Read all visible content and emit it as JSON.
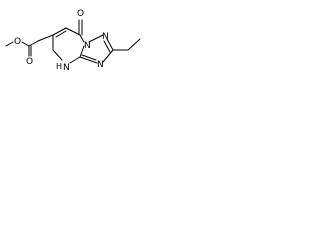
{
  "diagram": {
    "type": "chemical-structure",
    "labels": {
      "carbonyl_oxygen": "O",
      "ester_oxygen_top": "O",
      "ester_oxygen_bottom": "O",
      "ring_n_top": "N",
      "ring_n_right": "N",
      "ring_n_left": "N",
      "nh": "N",
      "nh_h": "H"
    },
    "colors": {
      "bond": "#000000",
      "label": "#000000",
      "background": "#ffffff"
    }
  }
}
